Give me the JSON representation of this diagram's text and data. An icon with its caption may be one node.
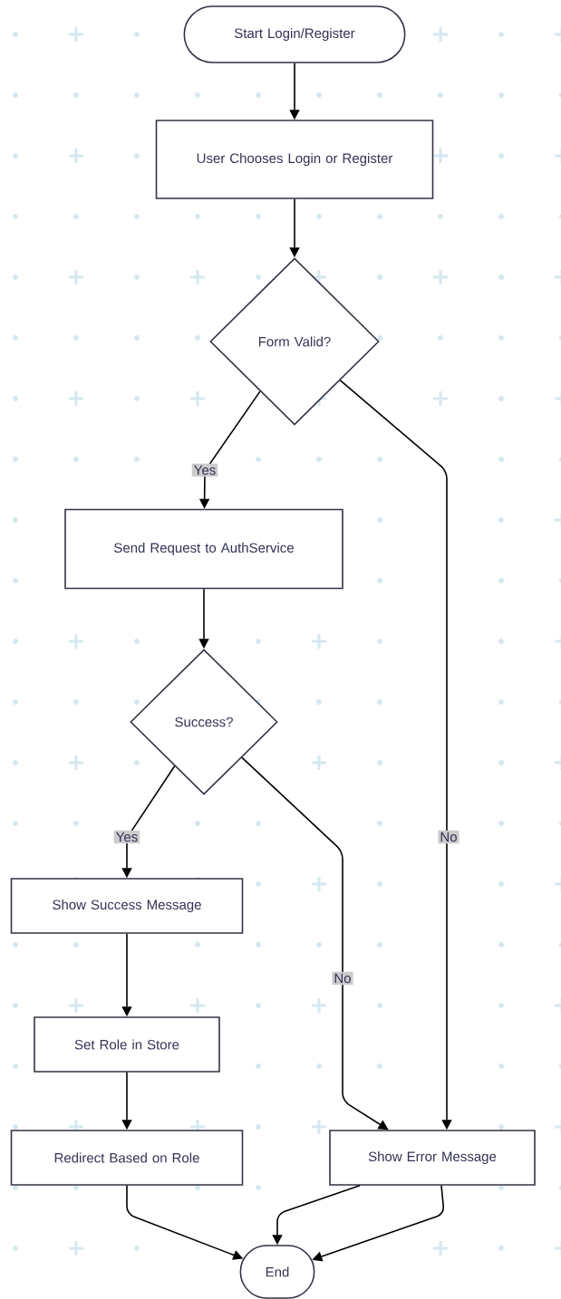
{
  "diagram": {
    "nodes": [
      {
        "text": [
          "Start Login/Register"
        ]
      },
      {
        "text": [
          "User Chooses Login or Register"
        ]
      },
      {
        "text": [
          "Form Valid?"
        ]
      },
      {
        "text": [
          "Send Request to AuthService"
        ]
      },
      {
        "text": [
          "Success?"
        ]
      },
      {
        "text": [
          "Show Success Message"
        ]
      },
      {
        "text": [
          "Set Role in Store"
        ]
      },
      {
        "text": [
          "Redirect Based on Role"
        ]
      },
      {
        "text": [
          "Show Error Message"
        ]
      },
      {
        "text": [
          "End"
        ]
      }
    ],
    "edges": [
      {
        "from": 0,
        "to": 1,
        "arrow": "to"
      },
      {
        "from": 1,
        "to": 2,
        "arrow": "to"
      },
      {
        "from": 2,
        "to": 3,
        "arrow": "to",
        "label": "Yes"
      },
      {
        "from": 2,
        "to": 8,
        "arrow": "to",
        "label": "No"
      },
      {
        "from": 3,
        "to": 4,
        "arrow": "to"
      },
      {
        "from": 4,
        "to": 5,
        "arrow": "to",
        "label": "Yes"
      },
      {
        "from": 4,
        "to": 8,
        "arrow": "to",
        "label": "No"
      },
      {
        "from": 5,
        "to": 6,
        "arrow": "to"
      },
      {
        "from": 6,
        "to": 7,
        "arrow": "to"
      },
      {
        "from": 7,
        "to": 9,
        "arrow": "to"
      },
      {
        "from": 8,
        "to": 9,
        "arrow": "to"
      },
      {
        "from": 8,
        "to": 9,
        "arrow": "to"
      }
    ]
  }
}
